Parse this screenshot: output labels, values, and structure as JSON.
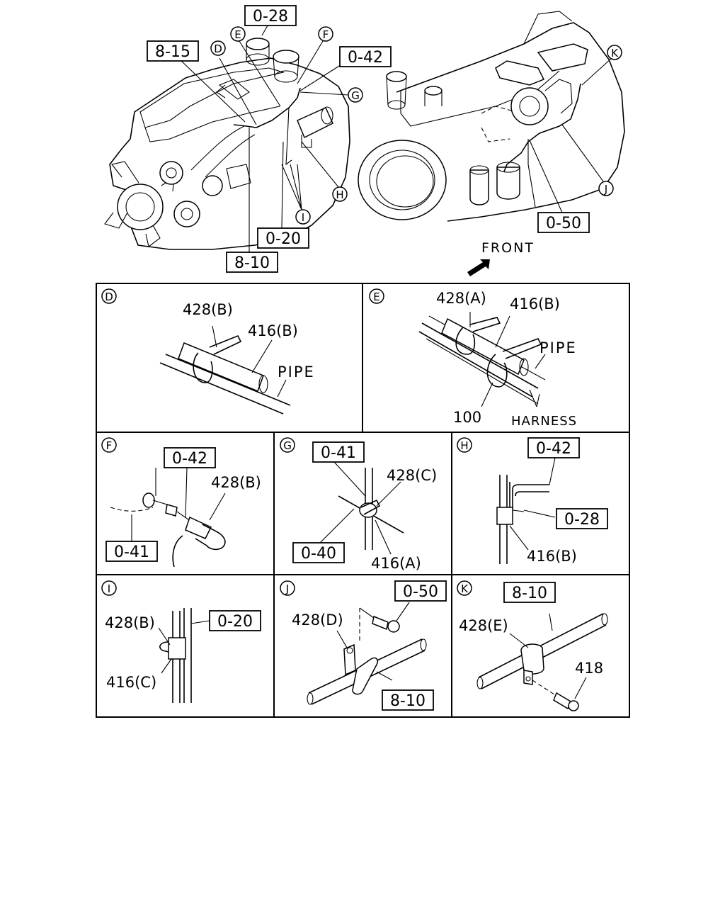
{
  "overview": {
    "callout_boxes": [
      "0-28",
      "8-15",
      "0-42",
      "0-20",
      "8-10",
      "0-50"
    ],
    "circle_letters": [
      "D",
      "E",
      "F",
      "G",
      "H",
      "I",
      "J",
      "K"
    ],
    "front_label": "FRONT"
  },
  "panels": {
    "D": {
      "letter": "D",
      "labels": [
        "428(B)",
        "416(B)",
        "PIPE"
      ]
    },
    "E": {
      "letter": "E",
      "labels": [
        "428(A)",
        "416(B)",
        "PIPE",
        "100",
        "HARNESS"
      ]
    },
    "F": {
      "letter": "F",
      "boxes": [
        "0-42",
        "0-41"
      ],
      "labels": [
        "428(B)"
      ]
    },
    "G": {
      "letter": "G",
      "boxes": [
        "0-41",
        "0-40"
      ],
      "labels": [
        "428(C)",
        "416(A)"
      ]
    },
    "H": {
      "letter": "H",
      "boxes": [
        "0-42",
        "0-28"
      ],
      "labels": [
        "416(B)"
      ]
    },
    "I": {
      "letter": "I",
      "boxes": [
        "0-20"
      ],
      "labels": [
        "428(B)",
        "416(C)"
      ]
    },
    "J": {
      "letter": "J",
      "boxes": [
        "0-50",
        "8-10"
      ],
      "labels": [
        "428(D)"
      ]
    },
    "K": {
      "letter": "K",
      "boxes": [
        "8-10"
      ],
      "labels": [
        "428(E)",
        "418"
      ]
    }
  }
}
